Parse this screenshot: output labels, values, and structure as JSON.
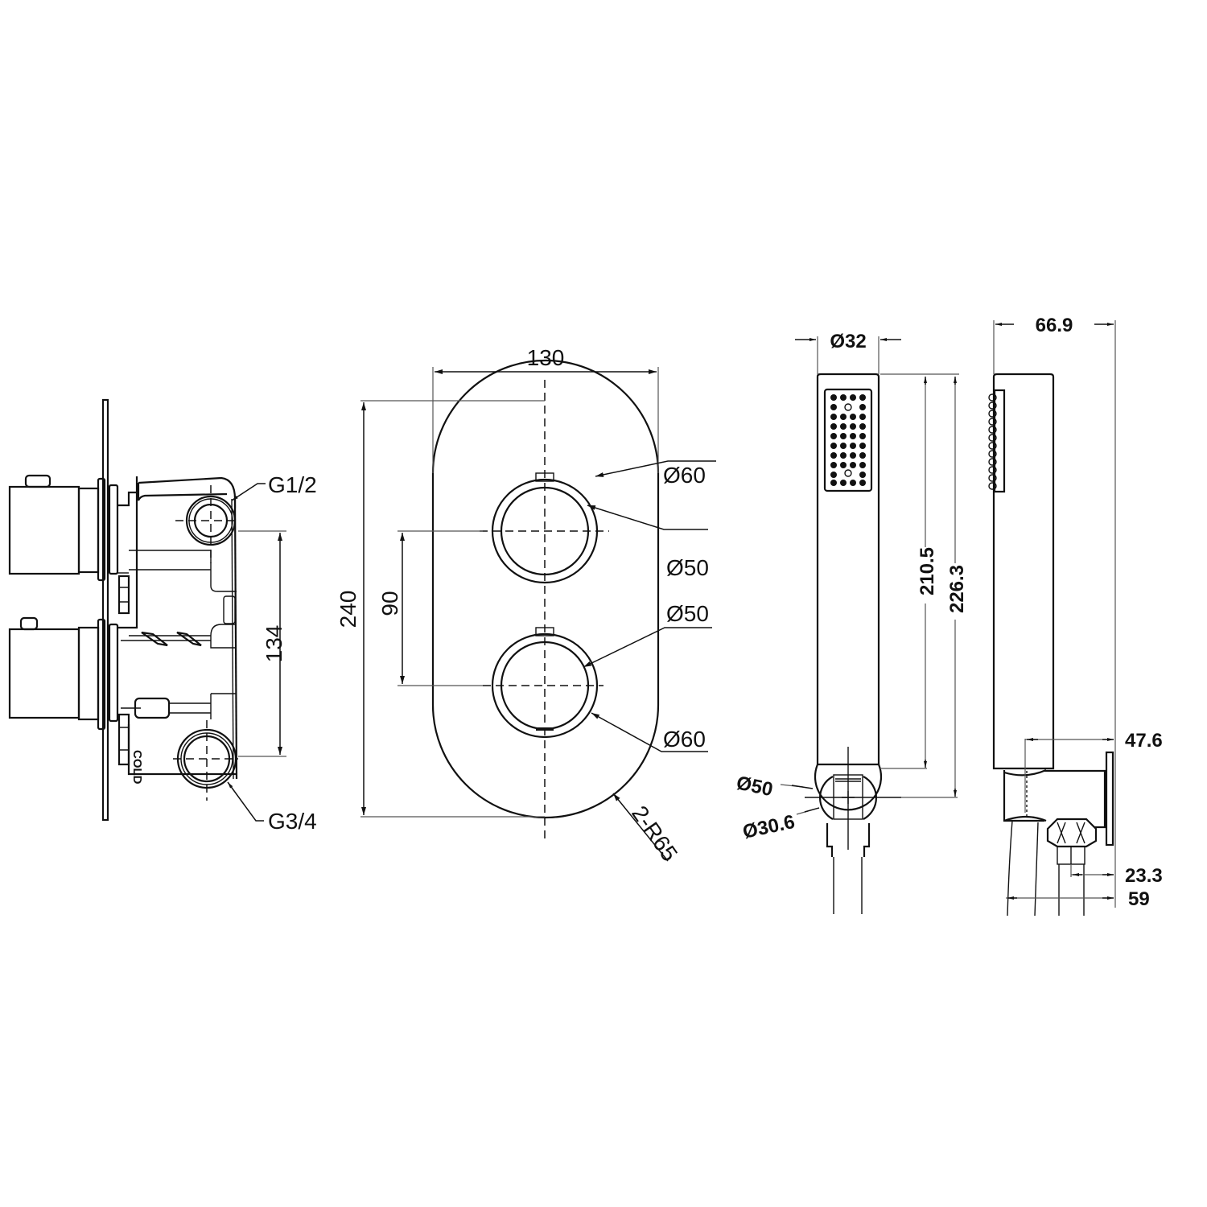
{
  "drawing": {
    "background": "#ffffff",
    "line_color": "#111111"
  },
  "valve_side_view": {
    "labels": {
      "inlet_top": "G1/2",
      "inlet_bottom": "G3/4",
      "cold_marking": "COLD"
    },
    "dimensions": {
      "inlet_spacing": "134"
    }
  },
  "faceplate_front_view": {
    "dimensions": {
      "width": "130",
      "height": "240",
      "handle_spacing": "90",
      "top_outer_diameter": "Ø60",
      "top_inner_diameter": "Ø50",
      "bottom_inner_diameter": "Ø50",
      "bottom_outer_diameter": "Ø60",
      "corner_radius": "2-R65"
    }
  },
  "hand_shower_front_view": {
    "dimensions": {
      "head_diameter": "Ø32",
      "length_to_holder": "210.5",
      "overall_length": "226.3",
      "holder_diameter": "Ø50",
      "holder_inner_diameter": "Ø30.6"
    }
  },
  "hand_shower_side_view": {
    "dimensions": {
      "overall_depth": "66.9",
      "holder_axis_offset": "47.6",
      "outlet_offset": "23.3",
      "hose_offset": "59"
    }
  }
}
